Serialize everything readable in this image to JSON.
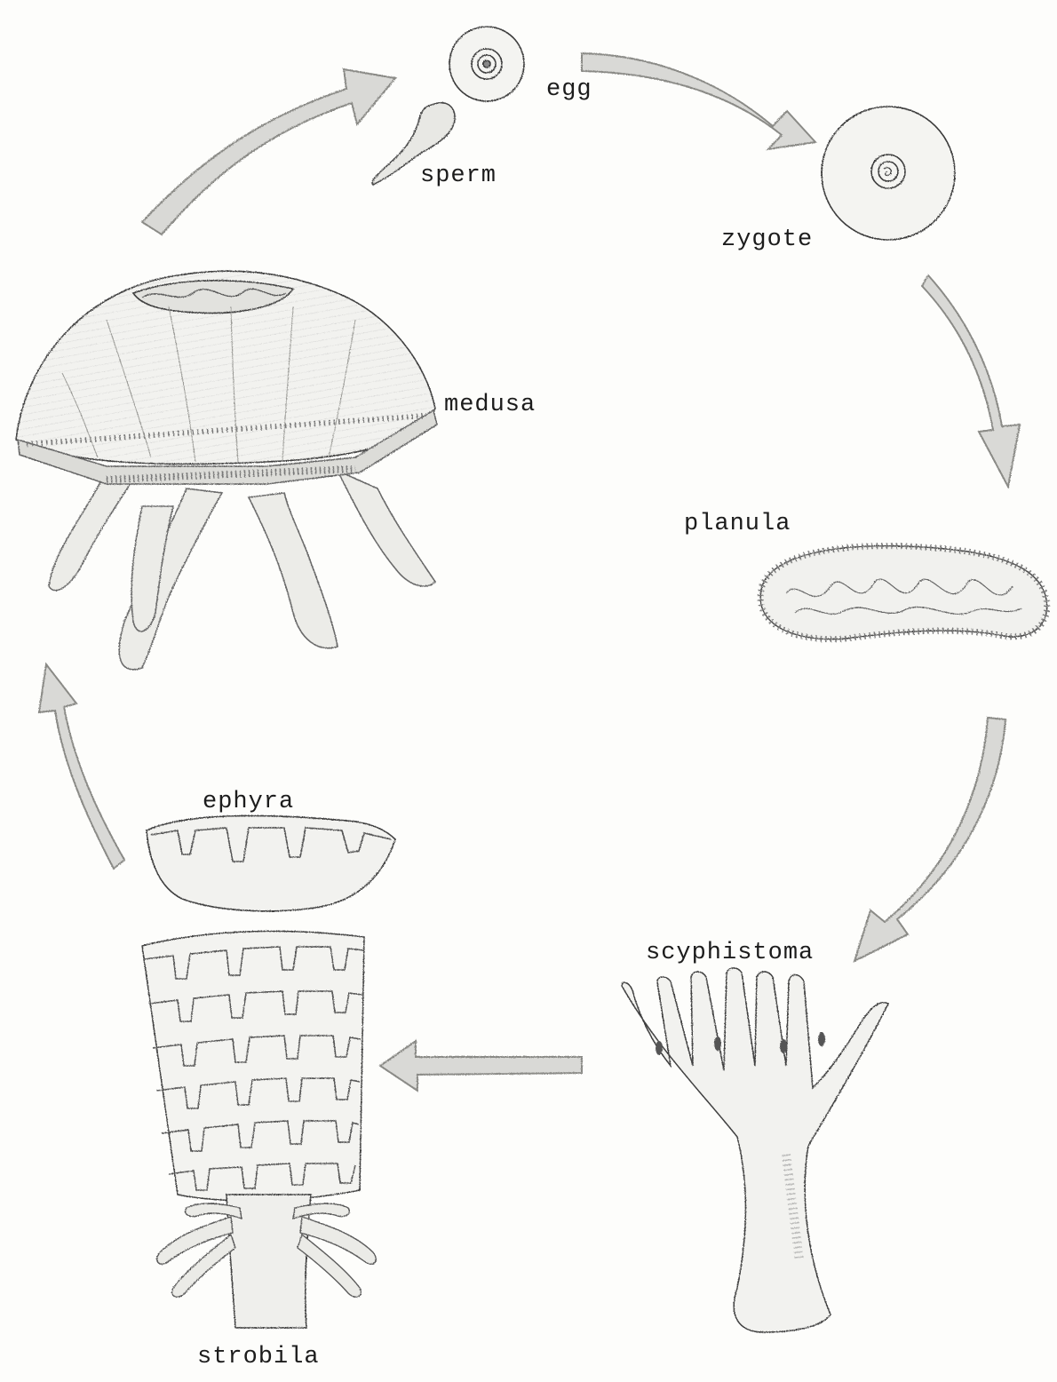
{
  "diagram": {
    "stages": {
      "egg": "egg",
      "sperm": "sperm",
      "zygote": "zygote",
      "planula": "planula",
      "scyphistoma": "scyphistoma",
      "strobila": "strobila",
      "ephyra": "ephyra",
      "medusa": "medusa"
    }
  }
}
